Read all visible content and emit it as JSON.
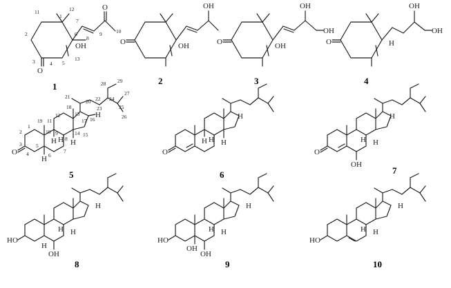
{
  "compounds": {
    "1": {
      "id": "1",
      "labels": {
        "c1": "1",
        "c2": "2",
        "c3": "3",
        "c4": "4",
        "c5": "5",
        "c6": "6",
        "c7": "7",
        "c8": "8",
        "c9": "9",
        "c10": "10",
        "c11": "11",
        "c12": "12",
        "c13": "13"
      },
      "atoms": {
        "o3": "O",
        "o9": "O",
        "oh6": "OH"
      }
    },
    "2": {
      "id": "2",
      "atoms": {
        "o3": "O",
        "oh9": "OH",
        "oh6": "OH"
      }
    },
    "3": {
      "id": "3",
      "atoms": {
        "o3": "O",
        "oh9": "OH",
        "oh10": "OH",
        "oh6": "OH"
      }
    },
    "4": {
      "id": "4",
      "atoms": {
        "o3": "O",
        "h6": "H",
        "oh9": "OH",
        "oh10": "OH"
      }
    },
    "5": {
      "id": "5",
      "labels": {
        "c1": "1",
        "c2": "2",
        "c3": "3",
        "c4": "4",
        "c5": "5",
        "c6": "6",
        "c7": "7",
        "c8": "8",
        "c9": "9",
        "c10": "10",
        "c11": "11",
        "c12": "12",
        "c13": "13",
        "c14": "14",
        "c15": "15",
        "c16": "16",
        "c17": "17",
        "c18": "18",
        "c19": "19",
        "c20": "20",
        "c21": "21",
        "c22": "22",
        "c23": "23",
        "c24": "24",
        "c25": "25",
        "c26": "26",
        "c27": "27",
        "c28": "28",
        "c29": "29"
      },
      "atoms": {
        "o3": "O",
        "h": "H"
      }
    },
    "6": {
      "id": "6",
      "atoms": {
        "o3": "O",
        "h": "H"
      }
    },
    "7": {
      "id": "7",
      "atoms": {
        "o3": "O",
        "oh6": "OH",
        "h": "H"
      }
    },
    "8": {
      "id": "8",
      "atoms": {
        "oh3": "HO",
        "oh6": "OH",
        "h": "H"
      }
    },
    "9": {
      "id": "9",
      "atoms": {
        "oh3": "HO",
        "oh5": "OH",
        "oh6": "OH",
        "h": "H"
      }
    },
    "10": {
      "id": "10",
      "atoms": {
        "oh3": "HO",
        "h": "H"
      }
    }
  }
}
